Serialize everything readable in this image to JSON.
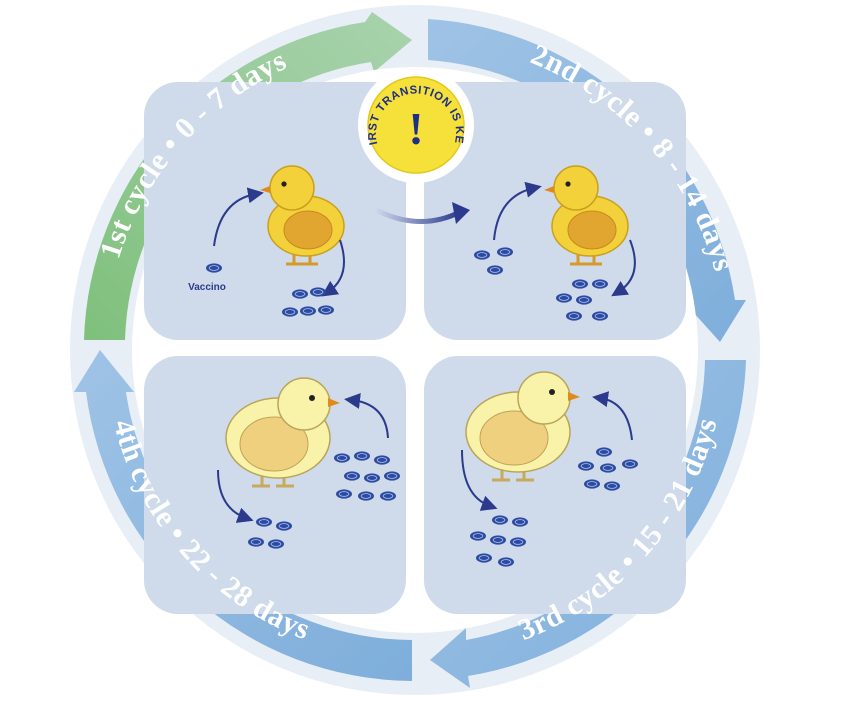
{
  "cycles": [
    {
      "label": "1st cycle • 0 - 7 days",
      "color": "#8cc78a"
    },
    {
      "label": "2nd cycle • 8 - 14 days",
      "color": "#8bb6df"
    },
    {
      "label": "3rd cycle • 15 - 21 days",
      "color": "#8bb6df"
    },
    {
      "label": "4th cycle • 22 - 28 days",
      "color": "#8bb6df"
    }
  ],
  "badge": {
    "text": "FIRST TRANSITION IS KEY",
    "symbol": "!",
    "color": "#f5e13a"
  },
  "vaccine_label": "Vaccino",
  "colors": {
    "background_ring": "#e8eef6",
    "quadrant": "#cfdbea",
    "chick_young": "#f3d13a",
    "chick_young_belly": "#e0a630",
    "chick_old": "#f8f3a8",
    "chick_old_belly": "#efd07e",
    "oocyst": "#2c4aa0",
    "arrow": "#2b3a8c"
  }
}
